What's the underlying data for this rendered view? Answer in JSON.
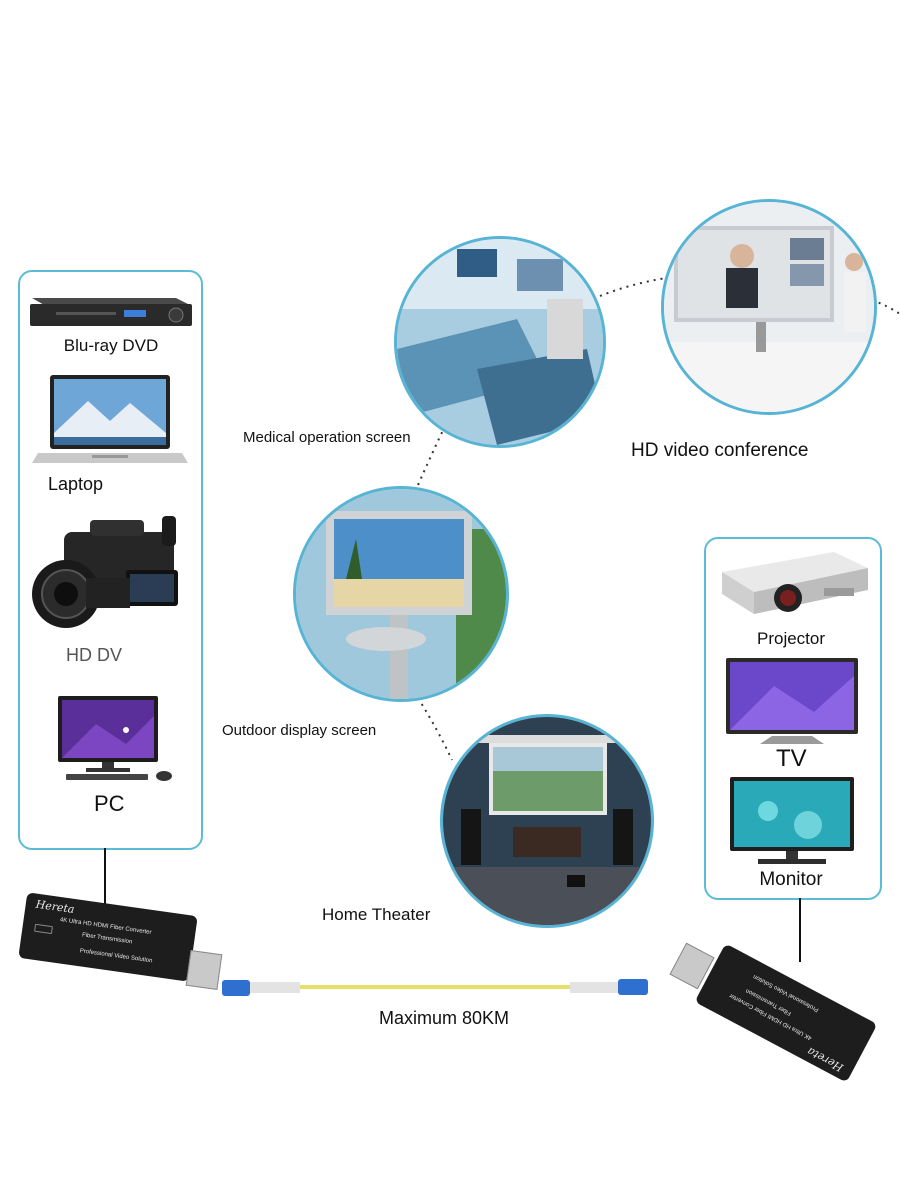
{
  "sources": {
    "bluray": "Blu-ray DVD",
    "laptop": "Laptop",
    "hddv": "HD DV",
    "pc": "PC"
  },
  "displays": {
    "projector": "Projector",
    "tv": "TV",
    "monitor": "Monitor"
  },
  "scenes": {
    "medical": "Medical operation screen",
    "conference": "HD video conference",
    "outdoor": "Outdoor display screen",
    "theater": "Home Theater"
  },
  "transmitter": {
    "brand": "Hereta",
    "line1": "4K Ultra HD HDMI Fiber Converter",
    "line2": "Fiber Transmission",
    "line3": "Professional Video Solution"
  },
  "receiver": {
    "brand": "Hereta",
    "line1": "4K Ultra HD HDMI Fiber Converter",
    "line2": "Fiber Transmission",
    "line3": "Professional Video Solution"
  },
  "cable": {
    "label": "Maximum 80KM"
  },
  "colors": {
    "panel_border": "#5cbcd6",
    "circle_border": "#58b4d4",
    "fiber": "#e6df6a",
    "connector": "#2f6fd0",
    "device_body": "#1d1d1d"
  }
}
